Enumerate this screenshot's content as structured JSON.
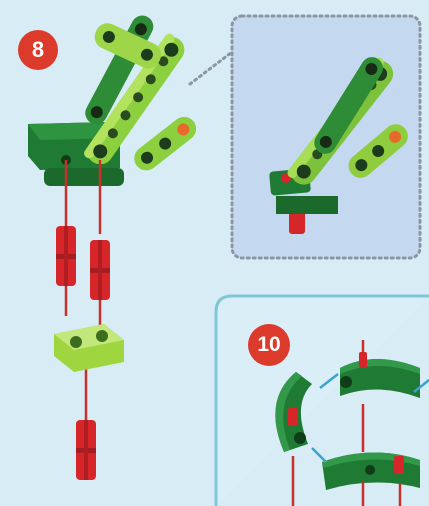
{
  "steps": {
    "step_8_label": "8",
    "step_10_label": "10"
  },
  "colors": {
    "background": "#d8ecf5",
    "badge": "#dc3a2a",
    "dark_green": "#1f7a33",
    "light_green": "#9fd640",
    "red_pin": "#d6262a",
    "inset_bg": "#c4d9ef",
    "step10_border": "#7fc7d6",
    "guide_line_red": "#c9302c",
    "guide_line_blue": "#39a3cf"
  },
  "icons": [
    "assembly-step-8",
    "zoom-detail-inset",
    "assembly-step-10"
  ]
}
